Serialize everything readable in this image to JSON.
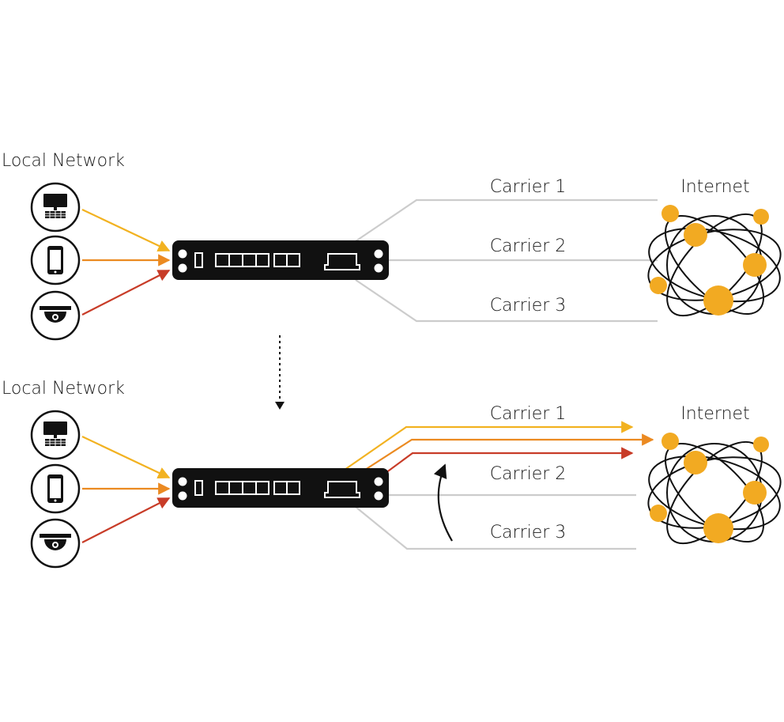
{
  "panels": [
    {
      "local_network_label": "Local Network",
      "internet_label": "Internet",
      "carriers": [
        "Carrier 1",
        "Carrier 2",
        "Carrier 3"
      ],
      "devices": [
        "desktop-computer",
        "smartphone",
        "security-camera"
      ],
      "failover": false
    },
    {
      "local_network_label": "Local Network",
      "internet_label": "Internet",
      "carriers": [
        "Carrier 1",
        "Carrier 2",
        "Carrier 3"
      ],
      "devices": [
        "desktop-computer",
        "smartphone",
        "security-camera"
      ],
      "failover": true
    }
  ],
  "colors": {
    "device1_link": "#f2b221",
    "device2_link": "#eb8a21",
    "device3_link": "#c83c28",
    "idle_carrier": "#cccccc",
    "router": "#111111",
    "globe_node": "#f2aa22"
  },
  "icons": {
    "router": "router-icon",
    "globe": "globe-network-icon",
    "down_arrow": "dotted-down-arrow-icon",
    "switch_arrow": "curved-up-arrow-icon"
  }
}
